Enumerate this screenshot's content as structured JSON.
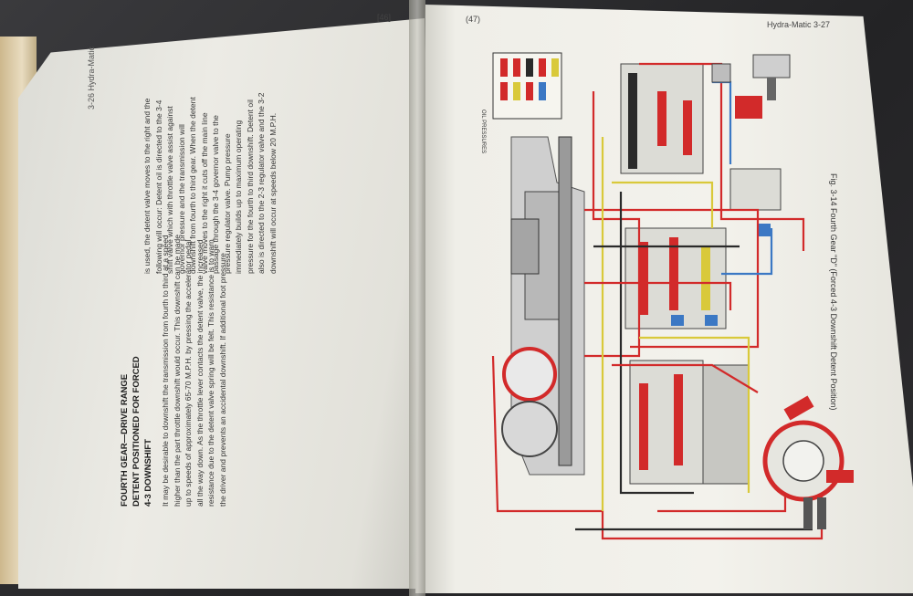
{
  "left_page": {
    "running_head": "3-26   Hydra-Matic",
    "page_number": "[46]",
    "heading": "FOURTH GEAR—DRIVE RANGE\nDETENT POSITIONED FOR FORCED\n4-3 DOWNSHIFT",
    "column1": "It may be desirable to downshift the transmission from fourth to third at a speed higher than the part throttle downshift would occur. This downshift can be made up to speeds of approximately 65-70 M.P.H. by pressing the accelerator pedal all the way down. As the throttle lever contacts the detent valve, the increased resistance due to the detent valve spring will be felt. This resistance is to warn the driver and prevents an accidental downshift. If additional foot pressure",
    "column2": "is used, the detent valve moves to the right and the following will occur: Detent oil is directed to the 3-4 shift valve which with throttle valve assist against governor pressure and the transmission will downshift from fourth to third gear. When the detent valve moves to the right it cuts off the main line passage through the 3-4 governor valve to the pressure regulator valve. Pump pressure immediately builds up to maximum operating pressure for the fourth to third downshift. Detent oil also is directed to the 2-3 regulator valve and the 3-2 downshift will occur at speeds below 20 M.P.H."
  },
  "right_page": {
    "page_number": "(47)",
    "running_head": "Hydra-Matic   3-27",
    "caption": "Fig. 3-14  Fourth Gear \"D\" (Forced 4-3 Downshift Detent Position)",
    "legend_title": "OIL PRESSURES"
  },
  "colors": {
    "main_line": "#d22a2a",
    "governor": "#d9c93a",
    "throttle": "#2a2a2a",
    "detent": "#3b78c4",
    "casting": "#9a9a9a"
  }
}
